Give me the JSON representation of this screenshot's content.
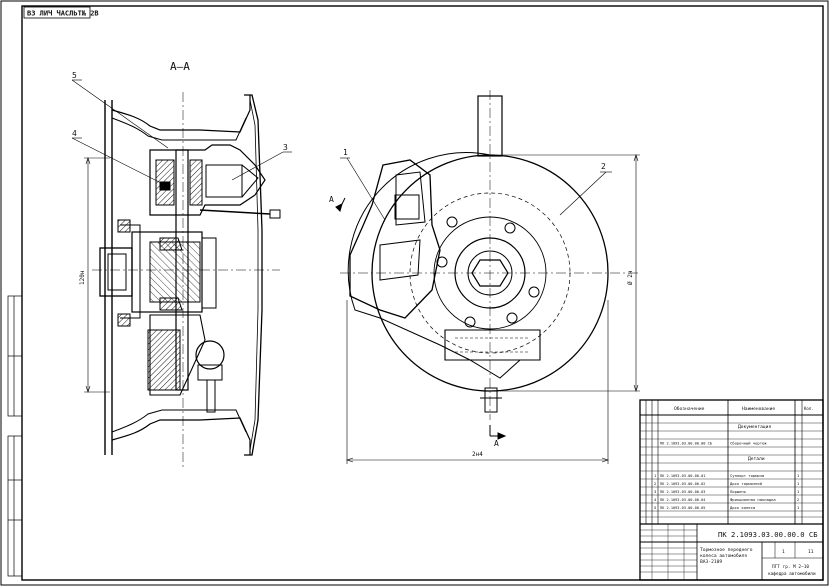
{
  "stamp_code": "ВЗ ЛИЧ ЧАСЛЬТ№ 2В",
  "section_label": "А–А",
  "section_marker": "А",
  "callouts": [
    "5",
    "4",
    "3",
    "1",
    "2"
  ],
  "dimensions": {
    "height_left": "120н",
    "height_right": "Ø 2н",
    "width_bottom": "2н4"
  },
  "spec_table": {
    "headers": [
      "Обозначение",
      "Наименование",
      "Кол."
    ],
    "sections": [
      "Документация",
      "Детали"
    ],
    "doc_rows": [
      {
        "num": "",
        "code": "ПК 2.1093.03.00.00.00 СБ",
        "name": "Сборочный чертеж",
        "qty": ""
      }
    ],
    "detail_rows": [
      {
        "num": "1",
        "code": "ПК 2.1093.03.00.00.01",
        "name": "Суппорт тормоза",
        "qty": "1"
      },
      {
        "num": "2",
        "code": "ПК 2.1093.03.00.00.02",
        "name": "Диск тормозной",
        "qty": "1"
      },
      {
        "num": "3",
        "code": "ПК 2.1093.03.00.00.03",
        "name": "Поршень",
        "qty": "1"
      },
      {
        "num": "4",
        "code": "ПК 2.1093.03.00.00.04",
        "name": "Фрикционная накладка",
        "qty": "2"
      },
      {
        "num": "5",
        "code": "ПК 2.1093.03.00.00.05",
        "name": "Диск колеса",
        "qty": "1"
      }
    ],
    "designation": "ПК 2.1093.03.00.00.0 СБ",
    "title_lines": [
      "Тормозное переднего",
      "колеса автомобиля",
      "ВАЗ-2109"
    ],
    "sheet": "1",
    "sheets": "11",
    "org_lines": [
      "ПГТ гр. М 2–10",
      "кафедра автомобили"
    ]
  }
}
